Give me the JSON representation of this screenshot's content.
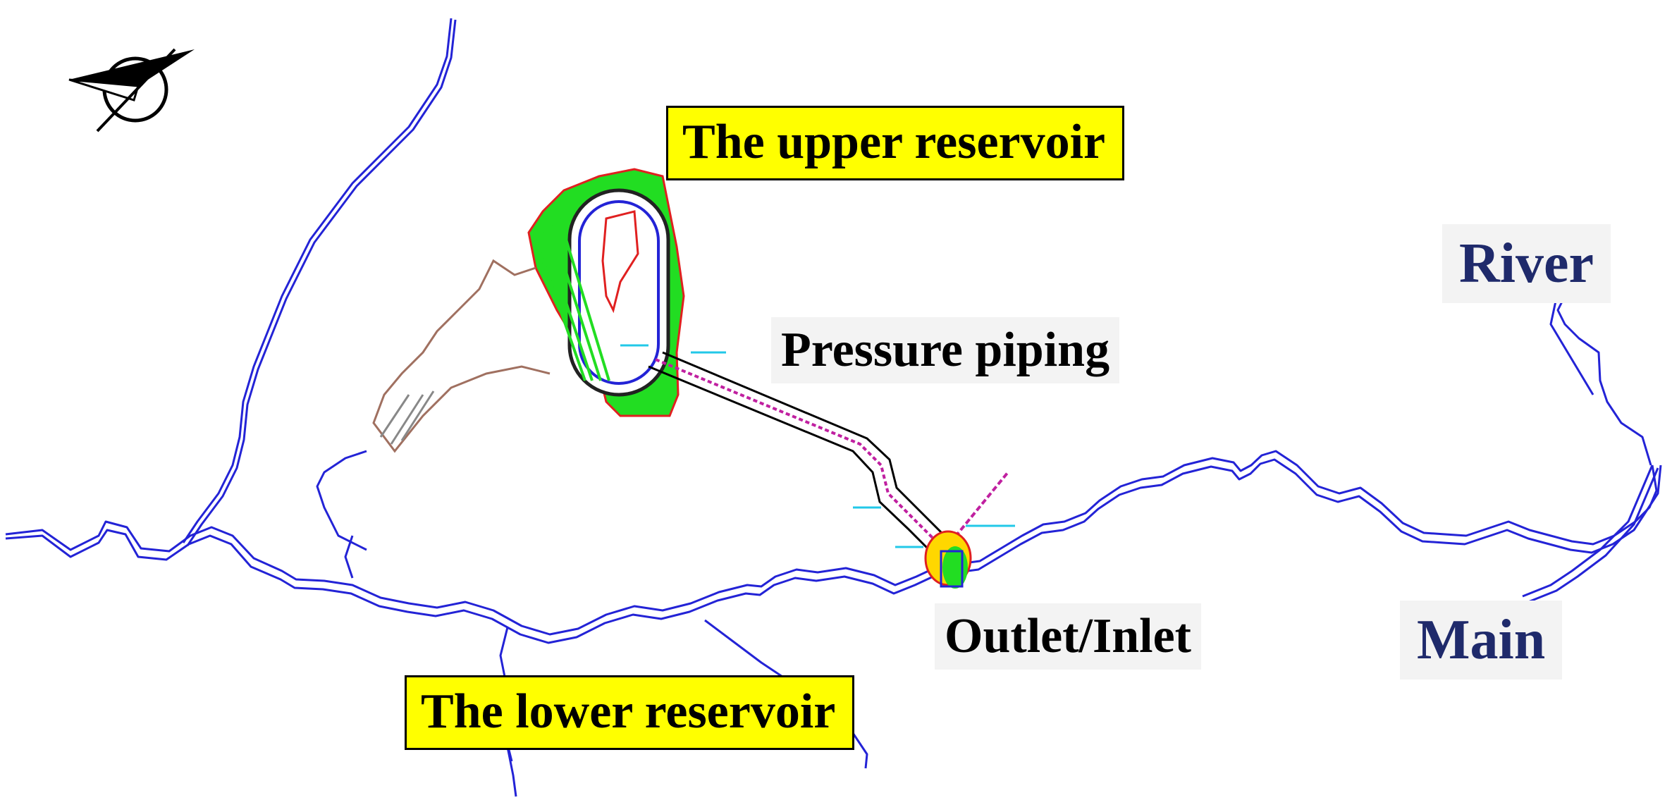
{
  "labels": {
    "upper_reservoir": "The upper reservoir",
    "lower_reservoir": "The lower reservoir",
    "pressure_piping": "Pressure piping",
    "outlet_inlet": "Outlet/Inlet",
    "river": "River",
    "main": "Main"
  },
  "colors": {
    "river_line": "#2323d6",
    "highlight": "#ffff00",
    "river_text": "#1f2a6b",
    "reservoir_fill": "#22dd22",
    "boundary_red": "#e02020",
    "brown_line": "#a07060",
    "pipe_magenta": "#c020a0",
    "cyan_detail": "#22c8e8"
  },
  "icons": {
    "north_arrow": "compass-icon"
  }
}
